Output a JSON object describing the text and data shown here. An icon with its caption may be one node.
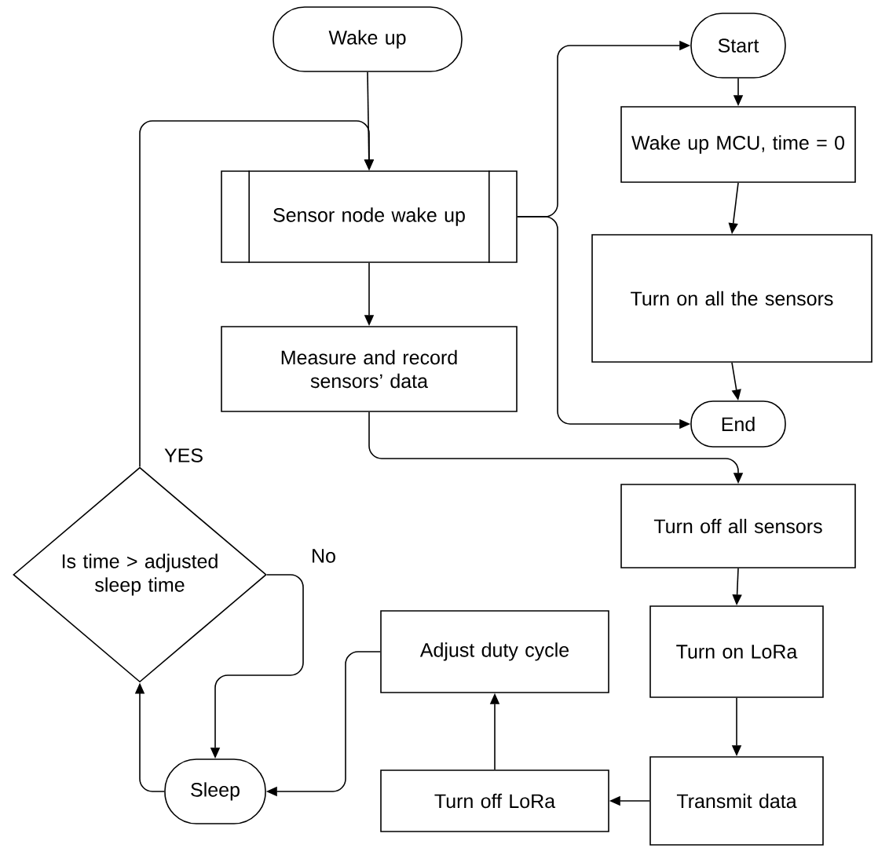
{
  "diagram": {
    "nodes": [
      {
        "text": [
          "Wake up"
        ]
      },
      {
        "text": [
          "Sensor node wake up"
        ]
      },
      {
        "text": [
          "Measure and record sensors’ data"
        ]
      },
      {
        "text": [
          "Start"
        ]
      },
      {
        "text": [
          "Wake up MCU, time = 0"
        ]
      },
      {
        "text": [
          "Turn on all the sensors"
        ]
      },
      {
        "text": [
          "End"
        ]
      },
      {
        "text": [
          "Turn off all sensors"
        ]
      },
      {
        "text": [
          "Turn on LoRa"
        ]
      },
      {
        "text": [
          "Transmit data"
        ]
      },
      {
        "text": [
          "Turn off LoRa"
        ]
      },
      {
        "text": [
          "Adjust duty cycle"
        ]
      },
      {
        "text": [
          "Sleep"
        ]
      },
      {
        "text": [
          "Is time > adjusted sleep time"
        ]
      }
    ],
    "edges": [
      {
        "from": 0,
        "to": 1,
        "arrow": "to"
      },
      {
        "from": 13,
        "to": 1,
        "arrow": "to",
        "label": "YES"
      },
      {
        "from": 1,
        "to": 2,
        "arrow": "to"
      },
      {
        "from": 1,
        "to": 3,
        "arrow": "to"
      },
      {
        "from": 1,
        "to": 6,
        "arrow": "to"
      },
      {
        "from": 3,
        "to": 4,
        "arrow": "to"
      },
      {
        "from": 4,
        "to": 5,
        "arrow": "to"
      },
      {
        "from": 5,
        "to": 6,
        "arrow": "to"
      },
      {
        "from": 2,
        "to": 7,
        "arrow": "to"
      },
      {
        "from": 7,
        "to": 8,
        "arrow": "to"
      },
      {
        "from": 8,
        "to": 9,
        "arrow": "to"
      },
      {
        "from": 9,
        "to": 10,
        "arrow": "to"
      },
      {
        "from": 10,
        "to": 11,
        "arrow": "to"
      },
      {
        "from": 11,
        "to": 12,
        "arrow": "to"
      },
      {
        "from": 12,
        "to": 13,
        "arrow": "to"
      },
      {
        "from": 13,
        "to": 12,
        "arrow": "to",
        "label": "No"
      }
    ]
  }
}
